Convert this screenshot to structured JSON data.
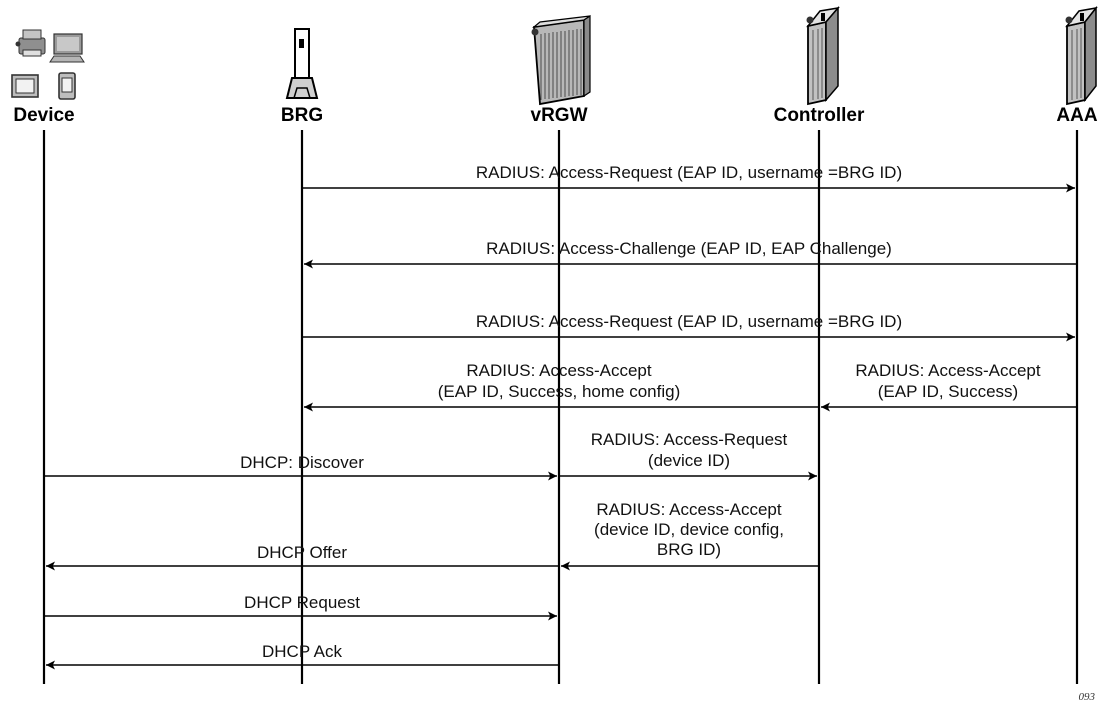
{
  "actors": [
    {
      "id": "device",
      "label": "Device",
      "icon": "device-group-icon"
    },
    {
      "id": "brg",
      "label": "BRG",
      "icon": "brg-icon"
    },
    {
      "id": "vrgw",
      "label": "vRGW",
      "icon": "vrgw-server-rack-icon"
    },
    {
      "id": "controller",
      "label": "Controller",
      "icon": "controller-server-icon"
    },
    {
      "id": "aaa",
      "label": "AAA",
      "icon": "aaa-server-icon"
    }
  ],
  "messages": [
    {
      "from": "brg",
      "to": "aaa",
      "lines": [
        "RADIUS: Access-Request (EAP ID, username =BRG ID)"
      ]
    },
    {
      "from": "aaa",
      "to": "brg",
      "lines": [
        "RADIUS: Access-Challenge (EAP ID, EAP Challenge)"
      ]
    },
    {
      "from": "brg",
      "to": "aaa",
      "lines": [
        "RADIUS: Access-Request (EAP ID, username =BRG ID)"
      ]
    },
    {
      "from": "controller",
      "to": "brg",
      "lines": [
        "RADIUS: Access-Accept",
        "(EAP ID, Success, home config)"
      ]
    },
    {
      "from": "aaa",
      "to": "controller",
      "lines": [
        "RADIUS: Access-Accept",
        "(EAP ID, Success)"
      ]
    },
    {
      "from": "device",
      "to": "vrgw",
      "lines": [
        "DHCP: Discover"
      ]
    },
    {
      "from": "vrgw",
      "to": "controller",
      "lines": [
        "RADIUS: Access-Request",
        "(device ID)"
      ]
    },
    {
      "from": "controller",
      "to": "vrgw",
      "lines": [
        "RADIUS: Access-Accept",
        "(device ID, device config,",
        "BRG ID)"
      ]
    },
    {
      "from": "vrgw",
      "to": "device",
      "lines": [
        "DHCP Offer"
      ]
    },
    {
      "from": "device",
      "to": "vrgw",
      "lines": [
        "DHCP Request"
      ]
    },
    {
      "from": "vrgw",
      "to": "device",
      "lines": [
        "DHCP Ack"
      ]
    }
  ],
  "figure_id": "093"
}
